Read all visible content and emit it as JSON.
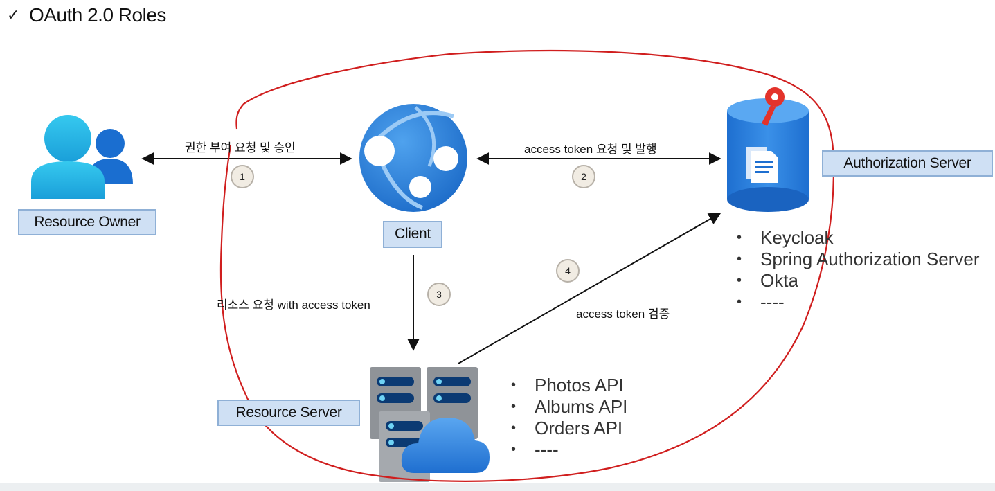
{
  "title": {
    "check": "✓",
    "text": "OAuth 2.0 Roles"
  },
  "nodes": {
    "resource_owner": "Resource Owner",
    "client": "Client",
    "authorization_server": "Authorization Server",
    "resource_server": "Resource Server"
  },
  "edges": {
    "e1": "권한 부여 요청 및 승인",
    "e2": "access token 요청 및 발행",
    "e3": "리소스 요청 with access token",
    "e4": "access token 검증"
  },
  "steps": [
    "1",
    "2",
    "3",
    "4"
  ],
  "auth_server_examples": [
    "Keycloak",
    "Spring Authorization Server",
    "Okta",
    "----"
  ],
  "resource_server_apis": [
    "Photos API",
    "Albums API",
    "Orders API",
    "----"
  ],
  "icons": [
    "users-icon",
    "web-app-globe-icon",
    "key-database-icon",
    "cloud-server-icon"
  ],
  "colors": {
    "label_bg": "#cfe0f4",
    "annotation": "#d01e1e",
    "accent": "#2f7dd6"
  }
}
